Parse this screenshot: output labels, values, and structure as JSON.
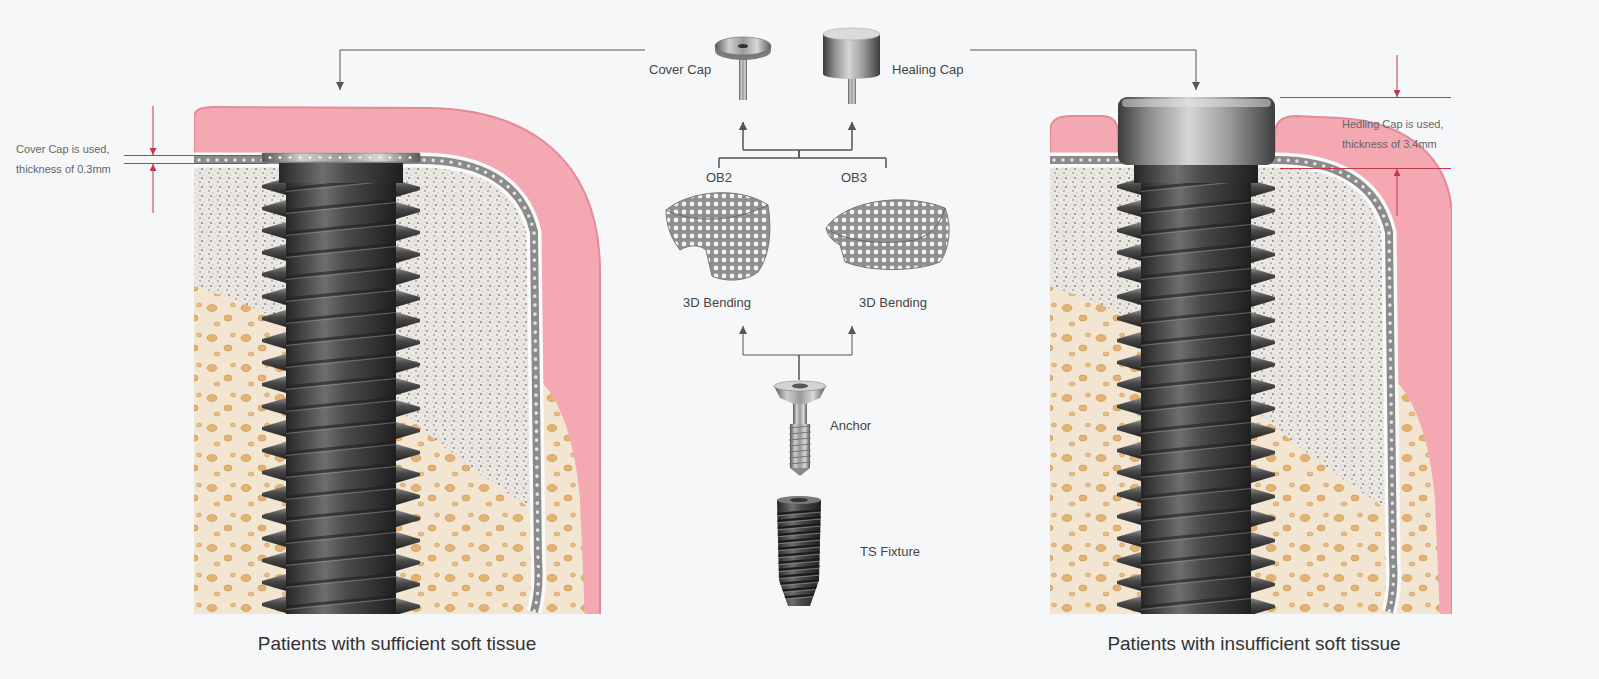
{
  "diagram": {
    "nodes": [
      {
        "text": [
          "Patients with sufficient soft tissue"
        ]
      },
      {
        "text": [
          "Cover Cap"
        ]
      },
      {
        "text": [
          "Healing Cap"
        ]
      },
      {
        "text": [
          "Patients with insufficient soft tissue"
        ]
      },
      {
        "text": [
          "OB2",
          "3D Bending"
        ]
      },
      {
        "text": [
          "OB3",
          "3D Bending"
        ]
      },
      {
        "text": [
          "Anchor"
        ]
      },
      {
        "text": [
          "TS Fixture"
        ]
      }
    ],
    "edges": [
      {
        "from": 1,
        "to": 0,
        "arrow": "to"
      },
      {
        "from": 2,
        "to": 3,
        "arrow": "to"
      },
      {
        "from": 4,
        "to": 1,
        "arrow": "to"
      },
      {
        "from": 4,
        "to": 2,
        "arrow": "to"
      },
      {
        "from": 5,
        "to": 1,
        "arrow": "to"
      },
      {
        "from": 5,
        "to": 2,
        "arrow": "to"
      },
      {
        "from": 6,
        "to": 4,
        "arrow": "to"
      },
      {
        "from": 6,
        "to": 5,
        "arrow": "to"
      }
    ],
    "labels": [
      "Cover Cap is used, thickness of 0.3mm",
      "Hedling Cap is used, thickness of 3.4mm"
    ]
  }
}
